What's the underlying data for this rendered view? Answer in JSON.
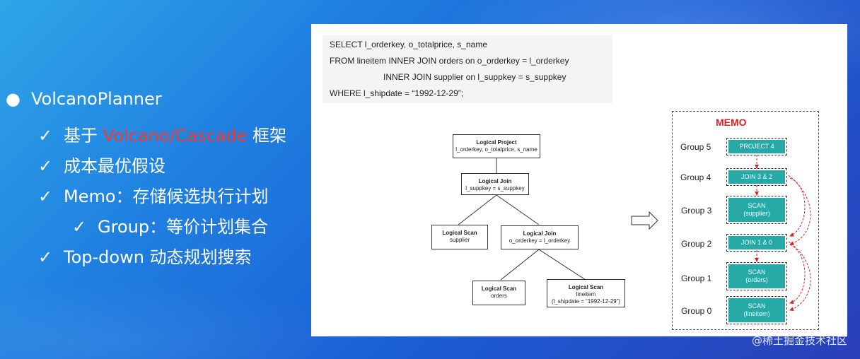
{
  "bullets": [
    {
      "mark": "●",
      "text": "VolcanoPlanner"
    },
    {
      "mark": "✓",
      "pre": "基于 ",
      "highlight": "Volcano/Cascade",
      "post": " 框架"
    },
    {
      "mark": "✓",
      "text": "成本最优假设"
    },
    {
      "mark": "✓",
      "text": "Memo：存储候选执行计划"
    },
    {
      "mark": "✓",
      "text": "Group：等价计划集合"
    },
    {
      "mark": "✓",
      "text": "Top-down 动态规划搜索"
    }
  ],
  "sql": {
    "line1": "SELECT l_orderkey, o_totalprice, s_name",
    "line2": "FROM lineitem INNER JOIN orders on o_orderkey = l_orderkey",
    "line3": "INNER JOIN supplier on l_suppkey = s_suppkey",
    "line4": "WHERE l_shipdate = “1992-12-29”;"
  },
  "tree": {
    "project": {
      "title": "Logical Project",
      "sub": "l_orderkey, o_totalprice, s_name"
    },
    "join_top": {
      "title": "Logical Join",
      "sub": "l_suppkey = s_suppkey"
    },
    "scan_supplier": {
      "title": "Logical Scan",
      "sub": "supplier"
    },
    "join_mid": {
      "title": "Logical Join",
      "sub": "o_orderkey = l_orderkey"
    },
    "scan_orders": {
      "title": "Logical Scan",
      "sub": "orders"
    },
    "scan_lineitem": {
      "title": "Logical Scan",
      "sub": "lineitem",
      "sub2": "(l_shipdate = “1992-12-29”)"
    }
  },
  "memo": {
    "title": "MEMO",
    "groups": [
      {
        "label": "Group 5",
        "line1": "PROJECT 4",
        "line2": ""
      },
      {
        "label": "Group 4",
        "line1": "JOIN 3 & 2",
        "line2": ""
      },
      {
        "label": "Group 3",
        "line1": "SCAN",
        "line2": "(supplier)"
      },
      {
        "label": "Group 2",
        "line1": "JOIN 1 & 0",
        "line2": ""
      },
      {
        "label": "Group 1",
        "line1": "SCAN",
        "line2": "(orders)"
      },
      {
        "label": "Group 0",
        "line1": "SCAN",
        "line2": "(lineitem)"
      }
    ]
  },
  "arrow_icon": "hollow-right-arrow-icon",
  "watermark": "@稀土掘金技术社区",
  "colors": {
    "highlight": "#ef3b33",
    "memo_box": "#27a9a8",
    "memo_title": "#e02020",
    "memo_arrow": "#e02020"
  }
}
